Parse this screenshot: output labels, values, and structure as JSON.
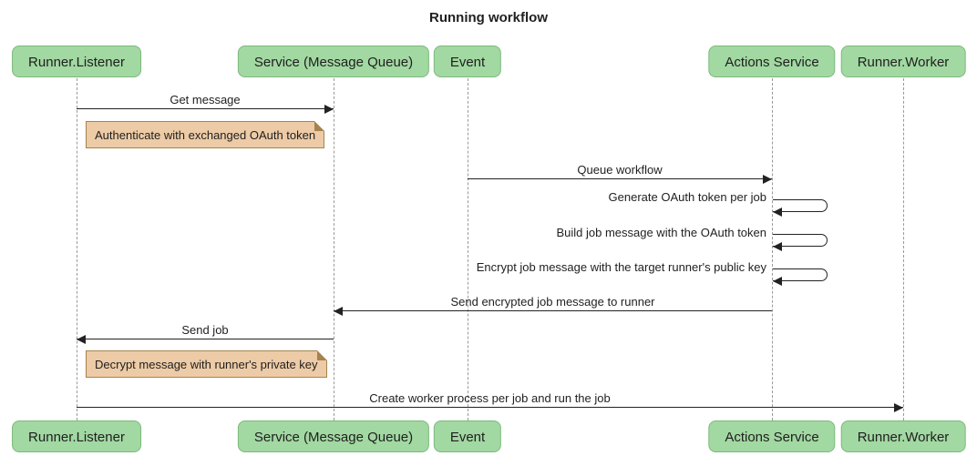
{
  "title": "Running workflow",
  "colors": {
    "background": "#ffffff",
    "text": "#1f1f1f",
    "participant_fill": "#a2d8a2",
    "participant_border": "#7cb97c",
    "note_fill": "#edcba6",
    "note_border": "#a5834f",
    "lifeline": "#9a9a9a",
    "arrow": "#222222"
  },
  "participants": [
    {
      "label": "Runner.Listener"
    },
    {
      "label": "Service (Message Queue)"
    },
    {
      "label": "Event"
    },
    {
      "label": "Actions Service"
    },
    {
      "label": "Runner.Worker"
    }
  ],
  "messages": [
    {
      "label": "Get message",
      "from": "Runner.Listener",
      "to": "Service (Message Queue)"
    },
    {
      "label": "Queue workflow",
      "from": "Event",
      "to": "Actions Service"
    },
    {
      "label": "Generate OAuth token per job",
      "from": "Actions Service",
      "to": "Actions Service"
    },
    {
      "label": "Build job message with the OAuth token",
      "from": "Actions Service",
      "to": "Actions Service"
    },
    {
      "label": "Encrypt job message with the target runner's public key",
      "from": "Actions Service",
      "to": "Actions Service"
    },
    {
      "label": "Send encrypted job message to runner",
      "from": "Actions Service",
      "to": "Service (Message Queue)"
    },
    {
      "label": "Send job",
      "from": "Service (Message Queue)",
      "to": "Runner.Listener"
    },
    {
      "label": "Create worker process per job and run the job",
      "from": "Runner.Listener",
      "to": "Runner.Worker"
    }
  ],
  "notes": [
    {
      "text": "Authenticate with exchanged OAuth token",
      "anchor": "Runner.Listener"
    },
    {
      "text": "Decrypt message with runner's private key",
      "anchor": "Runner.Listener"
    }
  ]
}
